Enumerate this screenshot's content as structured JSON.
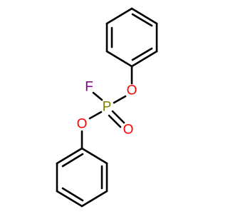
{
  "molecule": {
    "atoms": {
      "fluorine": {
        "symbol": "F",
        "color": "#800080"
      },
      "phosphorus": {
        "symbol": "P",
        "color": "#808000"
      },
      "oxygen_double": {
        "symbol": "O",
        "color": "#ff0000"
      },
      "oxygen_upper": {
        "symbol": "O",
        "color": "#ff0000"
      },
      "oxygen_lower": {
        "symbol": "O",
        "color": "#ff0000"
      }
    },
    "bond_color": "#000000",
    "background": "#ffffff"
  }
}
